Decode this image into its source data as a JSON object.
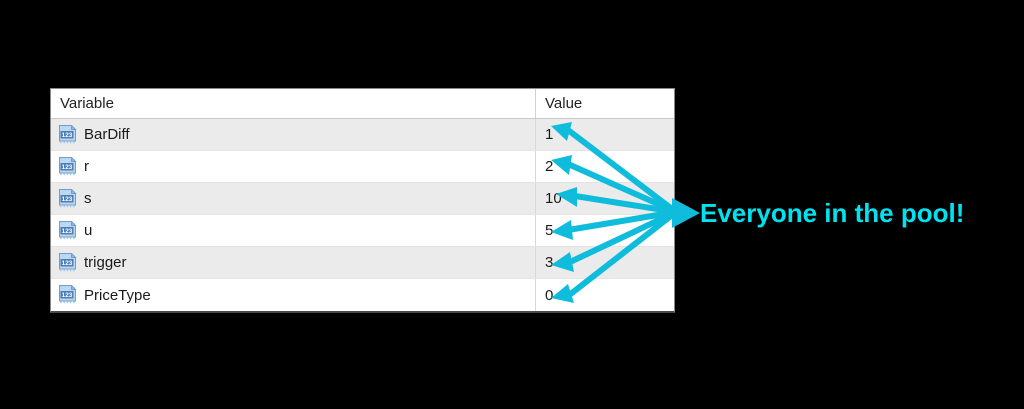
{
  "table": {
    "columns": [
      "Variable",
      "Value"
    ],
    "rows": [
      {
        "icon": "numeric-variable-icon",
        "name": "BarDiff",
        "value": "1"
      },
      {
        "icon": "numeric-variable-icon",
        "name": "r",
        "value": "2"
      },
      {
        "icon": "numeric-variable-icon",
        "name": "s",
        "value": "10"
      },
      {
        "icon": "numeric-variable-icon",
        "name": "u",
        "value": "5"
      },
      {
        "icon": "numeric-variable-icon",
        "name": "trigger",
        "value": "3"
      },
      {
        "icon": "numeric-variable-icon",
        "name": "PriceType",
        "value": "0"
      }
    ]
  },
  "annotation": {
    "text": "Everyone in the pool!",
    "color": "#00e2f0",
    "arrow_color": "#10bcdc",
    "arrow_count": 6
  },
  "colors": {
    "background": "#000000",
    "table_background": "#ffffff",
    "row_alt": "#ebebeb",
    "row_normal": "#ffffff",
    "text": "#1a1a1a",
    "border": "#8a8a8a",
    "icon_blue": "#7fb2e0"
  }
}
